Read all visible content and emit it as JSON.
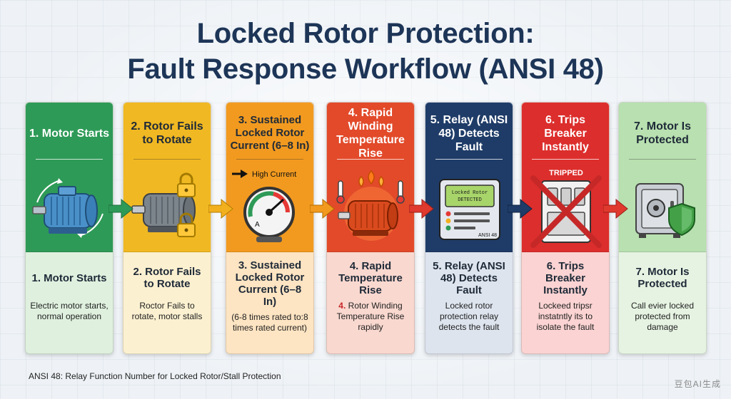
{
  "title": {
    "line1": "Locked Rotor Protection:",
    "line2": "Fault Response Workflow (ANSI 48)"
  },
  "colors": {
    "title": "#1d3557",
    "step1": "#2e9a57",
    "step2": "#f0b822",
    "step3": "#f29a1f",
    "step4": "#e24a2a",
    "step5": "#1f3c68",
    "step6": "#dc2e2c",
    "step7": "#b8e0b0",
    "arrow_green": "#2e9a57",
    "arrow_red": "#e0392e"
  },
  "steps": [
    {
      "header": "1. Motor Starts",
      "icon": "electric-motor-icon",
      "title": "1. Motor Starts",
      "description": "Electric motor starts, normal operation"
    },
    {
      "header": "2. Rotor Fails to Rotate",
      "icon": "locked-motor-icon",
      "title": "2. Rotor Fails to Rotate",
      "description": "Roctor Fails to rotate, motor stalls"
    },
    {
      "header": "3. Sustained Locked Rotor Current (6–8 In)",
      "icon": "current-gauge-icon",
      "illus_label": "High Current",
      "title": "3. Sustained Locked Rotor Current (6–8 In)",
      "description": "(6-8 times rated to:8 times rated current)"
    },
    {
      "header": "4. Rapid Winding Temperature Rise",
      "icon": "overheating-motor-icon",
      "title": "4. Rapid Temperature Rise",
      "description_num": "4.",
      "description": "Rotor Winding Temperature Rise rapidly"
    },
    {
      "header": "5. Relay (ANSI 48) Detects Fault",
      "icon": "protection-relay-icon",
      "illus_screen": "Locked Rotor DETECTED",
      "illus_label": "ANSI 48",
      "title": "5. Relay (ANSI 48) Detects Fault",
      "description": "Locked rotor protection relay detects the fault"
    },
    {
      "header": "6. Trips Breaker Instantly",
      "icon": "tripped-breaker-icon",
      "illus_label": "TRIPPED",
      "title": "6. Trips Breaker Instantly",
      "description": "Lockeed tripsr instatntly its to isolate the fault"
    },
    {
      "header": "7. Motor Is Protected",
      "icon": "safe-shield-icon",
      "title": "7. Motor Is Protected",
      "description": "Call evier locked protected from damage"
    }
  ],
  "footnote": "ANSI 48: Relay Function Number for Locked Rotor/Stall Protection",
  "watermark": "豆包AI生成"
}
